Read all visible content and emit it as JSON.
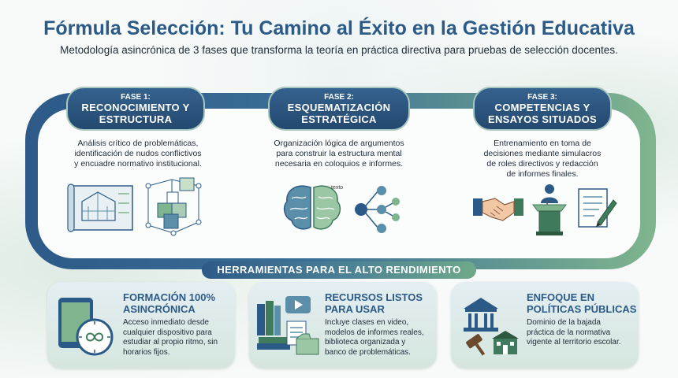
{
  "header": {
    "title": "Fórmula Selección: Tu Camino al Éxito en la Gestión Educativa",
    "subtitle": "Metodología asincrónica de 3 fases que transforma la teoría en práctica directiva para pruebas de selección docentes."
  },
  "phases": [
    {
      "number": "FASE 1:",
      "title_line1": "RECONOCIMIENTO Y",
      "title_line2": "ESTRUCTURA",
      "desc_line1": "Análisis crítico de problemáticas,",
      "desc_line2": "identificación de nudos conflictivos",
      "desc_line3": "y encuadre normativo institucional.",
      "desc_line4": ""
    },
    {
      "number": "FASE 2:",
      "title_line1": "ESQUEMATIZACIÓN",
      "title_line2": "ESTRATÉGICA",
      "desc_line1": "Organización lógica de argumentos",
      "desc_line2": "para construir la estructura mental",
      "desc_line3": "necesaria en coloquios e informes.",
      "desc_line4": "",
      "icon_label": "texto"
    },
    {
      "number": "FASE 3:",
      "title_line1": "COMPETENCIAS Y",
      "title_line2": "ENSAYOS SITUADOS",
      "desc_line1": "Entrenamiento en toma de",
      "desc_line2": "decisiones mediante simulacros",
      "desc_line3": "de roles directivos y redacción",
      "desc_line4": "de informes finales."
    }
  ],
  "tools_banner": "HERRAMIENTAS PARA EL ALTO RENDIMIENTO",
  "cards": [
    {
      "title_line1": "FORMACIÓN 100%",
      "title_line2": "ASINCRÓNICA",
      "desc_line1": "Acceso inmediato desde",
      "desc_line2": "cualquier dispositivo para",
      "desc_line3": "estudiar al propio ritmo, sin",
      "desc_line4": "horarios fijos."
    },
    {
      "title_line1": "RECURSOS LISTOS",
      "title_line2": "PARA USAR",
      "desc_line1": "Incluye clases en video,",
      "desc_line2": "modelos de informes reales,",
      "desc_line3": "biblioteca organizada y",
      "desc_line4": "banco de problemáticas."
    },
    {
      "title_line1": "ENFOQUE EN",
      "title_line2": "POLÍTICAS PÚBLICAS",
      "desc_line1": "Dominio de la bajada",
      "desc_line2": "práctica de la normativa",
      "desc_line3": "vigente al territorio escolar.",
      "desc_line4": ""
    }
  ],
  "colors": {
    "primary": "#2c5a86",
    "accent_green": "#7fb58e",
    "text_dark": "#1e2b38"
  }
}
